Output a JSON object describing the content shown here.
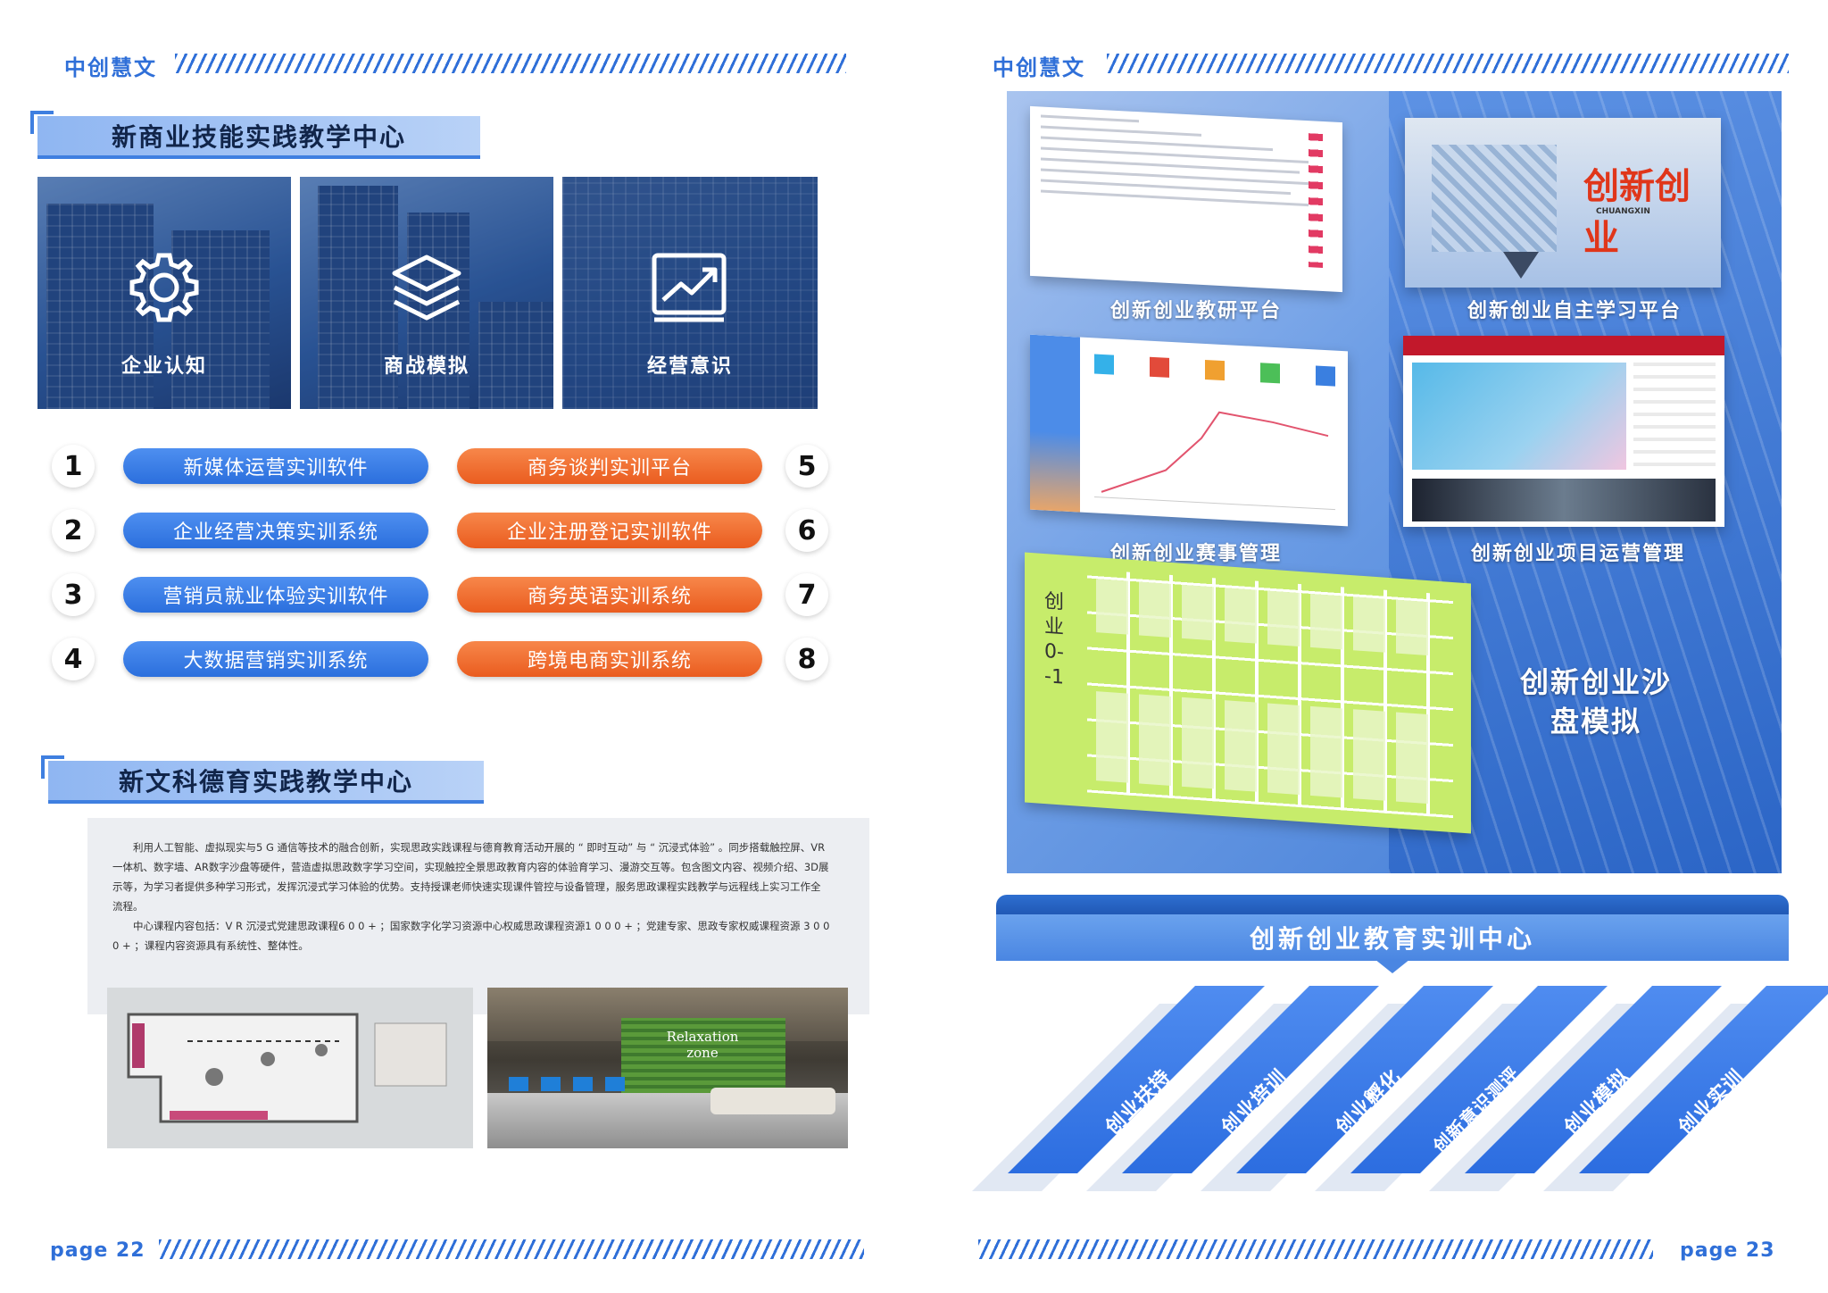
{
  "left": {
    "brand": "中创慧文",
    "section1_title": "新商业技能实践教学中心",
    "tiles": [
      {
        "label": "企业认知",
        "icon": "gear-icon"
      },
      {
        "label": "商战模拟",
        "icon": "layers-icon"
      },
      {
        "label": "经营意识",
        "icon": "trend-chart-icon"
      }
    ],
    "items_left": [
      {
        "num": "1",
        "label": "新媒体运营实训软件"
      },
      {
        "num": "2",
        "label": "企业经营决策实训系统"
      },
      {
        "num": "3",
        "label": "营销员就业体验实训软件"
      },
      {
        "num": "4",
        "label": "大数据营销实训系统"
      }
    ],
    "items_right": [
      {
        "num": "5",
        "label": "商务谈判实训平台"
      },
      {
        "num": "6",
        "label": "企业注册登记实训软件"
      },
      {
        "num": "7",
        "label": "商务英语实训系统"
      },
      {
        "num": "8",
        "label": "跨境电商实训系统"
      }
    ],
    "section2_title": "新文科德育实践教学中心",
    "desc_p1": "利用人工智能、虚拟现实与5 G 通信等技术的融合创新，实现思政实践课程与德育教育活动开展的 “ 即时互动” 与 “ 沉浸式体验” 。同步搭载触控屏、VR一体机、数字墙、AR数字沙盘等硬件，营造虚拟思政数字学习空间，实现触控全景思政教育内容的体验育学习、漫游交互等。包含图文内容、视频介绍、3D展示等，为学习者提供多种学习形式，发挥沉浸式学习体验的优势。支持授课老师快速实现课件管控与设备管理，服务思政课程实践教学与远程线上实习工作全流程。",
    "desc_p2": "中心课程内容包括：V R 沉浸式党建思政课程6 0 0 + ；国家数字化学习资源中心权威思政课程资源1 0 0 0 + ；党建专家、思政专家权威课程资源 3 0 0 0 + ；课程内容资源具有系统性、整体性。",
    "room_sign_line1": "Relaxation",
    "room_sign_line2": "zone",
    "page_label": "page 22"
  },
  "right": {
    "brand": "中创慧文",
    "captions": [
      "创新创业教研平台",
      "创新创业自主学习平台",
      "创新创业赛事管理",
      "创新创业项目运营管理"
    ],
    "sandbox_caption_line1": "创新创业沙",
    "sandbox_caption_line2": "盘模拟",
    "sandbox_vertical": "创业0--1",
    "poster_big": "创新创业",
    "poster_sub": "CHUANGXIN",
    "banner_title": "创新创业教育实训中心",
    "diagonals": [
      "创业扶持",
      "创业培训",
      "创业孵化",
      "创新意识测评",
      "创业模拟",
      "创业实训"
    ],
    "page_label": "page 23"
  },
  "colors": {
    "accent": "#2f6fd8",
    "orange": "#ea5c1f",
    "sandbox": "#c7ec6b"
  }
}
